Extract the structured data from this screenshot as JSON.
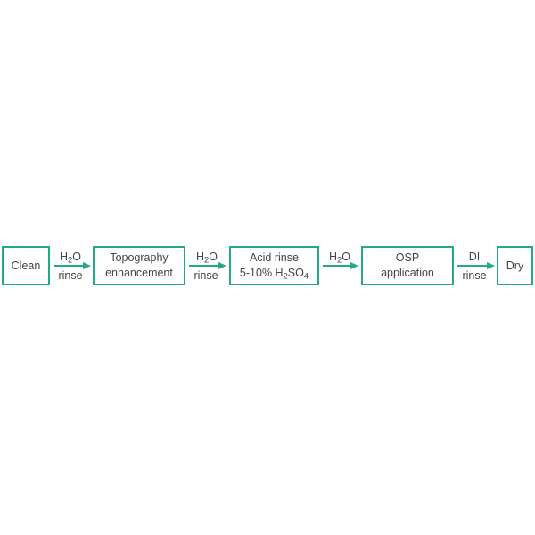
{
  "colors": {
    "stroke": "#22a98a",
    "text": "#444444"
  },
  "steps": {
    "clean": "Clean",
    "topography_line1": "Topography",
    "topography_line2": "enhancement",
    "acid_line1": "Acid rinse",
    "acid_line2_prefix": "5-10% H",
    "acid_sub1": "2",
    "acid_mid": "SO",
    "acid_sub2": "4",
    "osp_line1": "OSP",
    "osp_line2": "application",
    "dry": "Dry"
  },
  "transitions": {
    "t1_h": "H",
    "t1_sub": "2",
    "t1_o": "O",
    "t1_rinse": "rinse",
    "t2_h": "H",
    "t2_sub": "2",
    "t2_o": "O",
    "t2_rinse": "rinse",
    "t3_h": "H",
    "t3_sub": "2",
    "t3_o": "O",
    "t4_top": "DI",
    "t4_rinse": "rinse"
  }
}
